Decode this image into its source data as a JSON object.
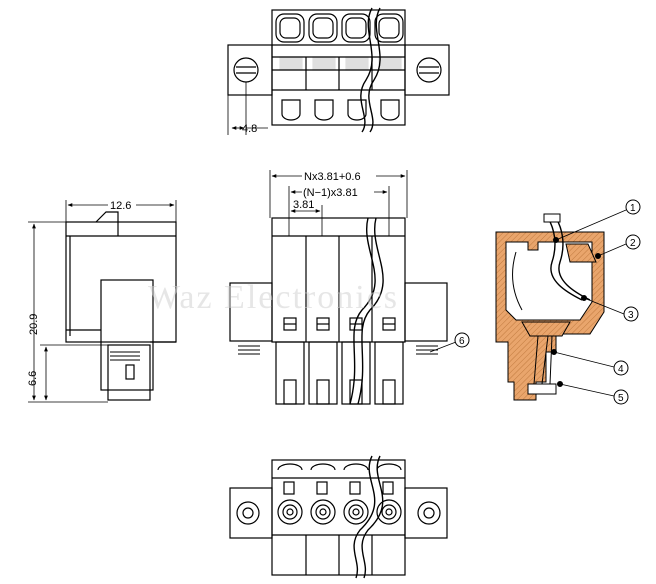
{
  "dimensions": {
    "top_offset": "4.8",
    "side_width": "12.6",
    "front_total": "Nx3.81+0.6",
    "front_inner": "(N−1)x3.81",
    "front_pitch": "3.81",
    "side_height": "20.9",
    "side_lower": "6.6"
  },
  "callouts": [
    "1",
    "2",
    "3",
    "4",
    "5",
    "6"
  ],
  "watermark": "Waz Electronics",
  "colors": {
    "line": "#000000",
    "section_fill": "#e9a56c",
    "section_stroke": "#000000"
  }
}
